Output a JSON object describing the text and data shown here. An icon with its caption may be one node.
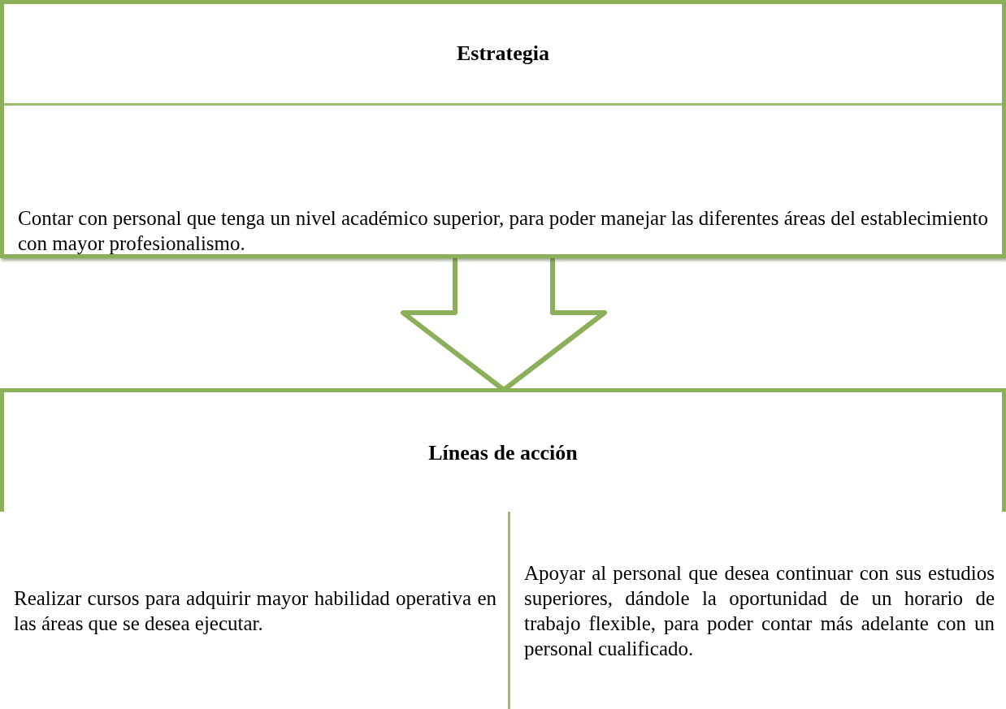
{
  "diagram": {
    "nodes": [
      {
        "text": [
          "Estrategia",
          "Contar con personal que tenga un nivel académico superior, para poder manejar las diferentes áreas del establecimiento con mayor profesionalismo."
        ]
      },
      {
        "text": [
          "Líneas de acción"
        ]
      },
      {
        "text": [
          "Realizar cursos para adquirir mayor habilidad operativa en las áreas que se desea ejecutar."
        ],
        "in": 1
      },
      {
        "text": [
          "Apoyar al personal que desea continuar con sus estudios superiores, dándole la oportunidad de un horario de trabajo flexible, para poder contar más adelante con un personal cualificado."
        ],
        "in": 1
      }
    ],
    "edges": [
      {
        "from": 0,
        "to": 1,
        "arrow": "to"
      }
    ]
  }
}
